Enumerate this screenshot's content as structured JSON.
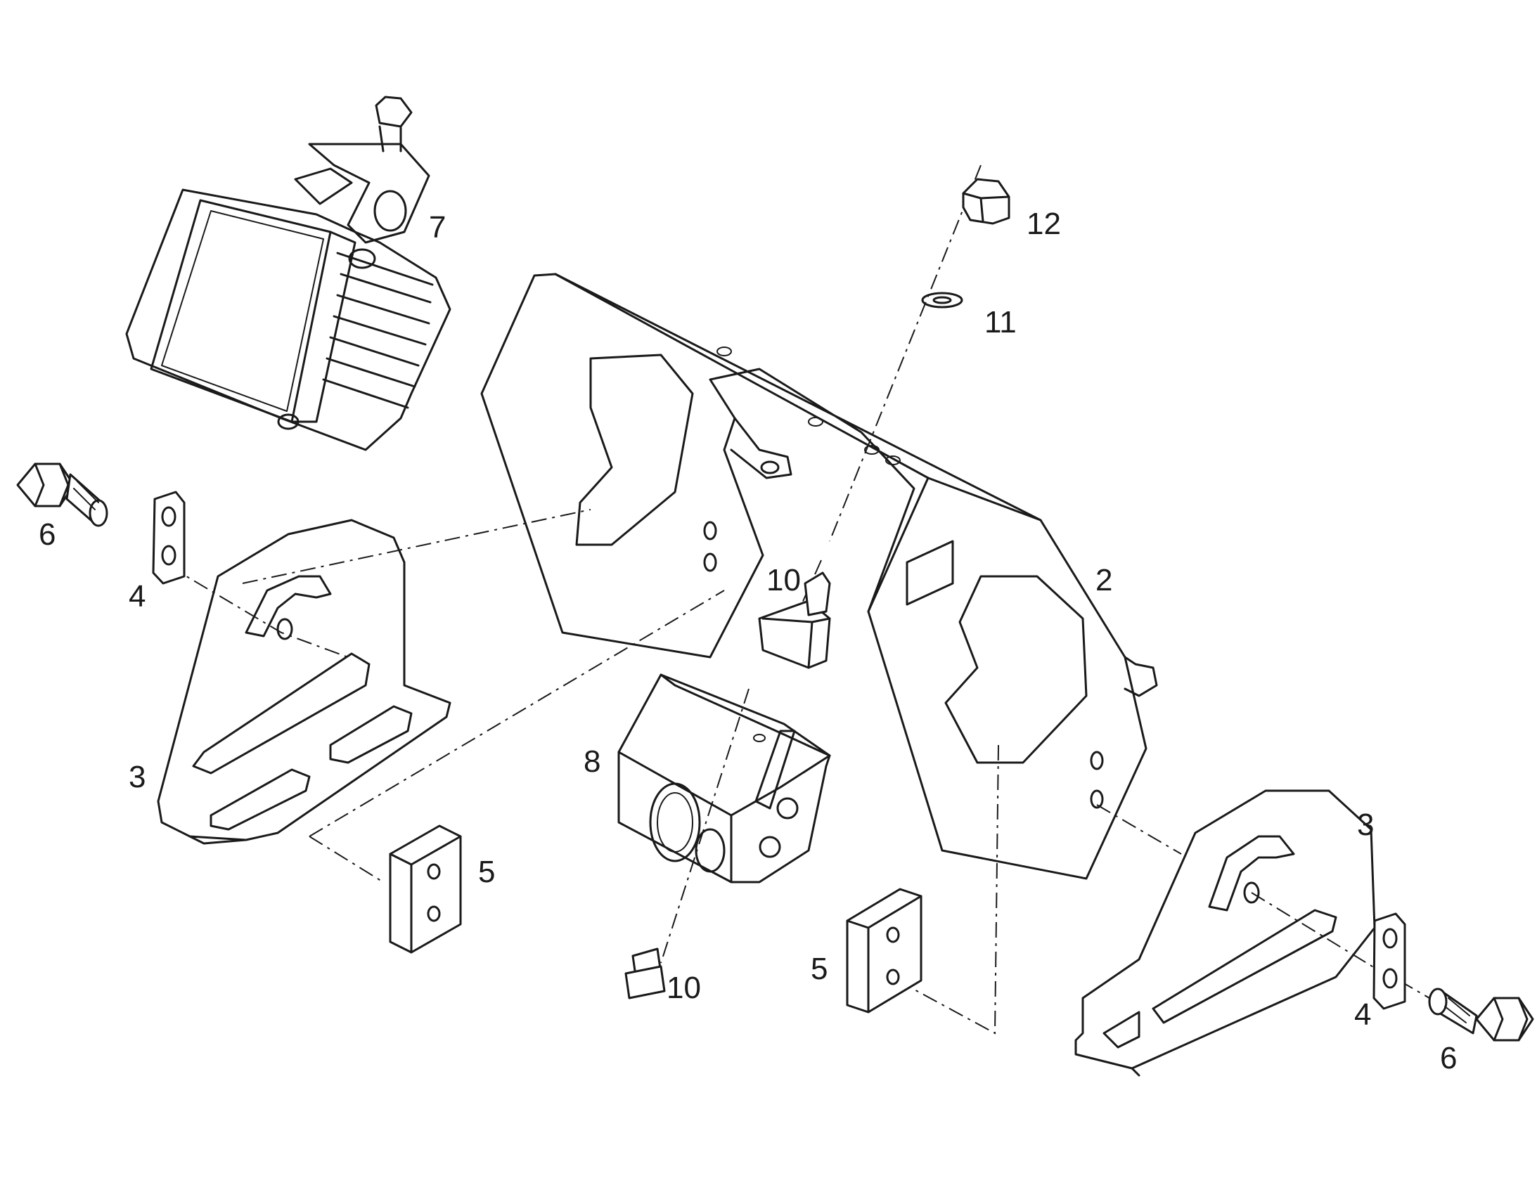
{
  "diagram": {
    "callouts": {
      "c2": "2",
      "c3a": "3",
      "c3b": "3",
      "c4a": "4",
      "c4b": "4",
      "c5a": "5",
      "c5b": "5",
      "c6a": "6",
      "c6b": "6",
      "c7": "7",
      "c8": "8",
      "c10a": "10",
      "c10b": "10",
      "c11": "11",
      "c12": "12"
    }
  }
}
